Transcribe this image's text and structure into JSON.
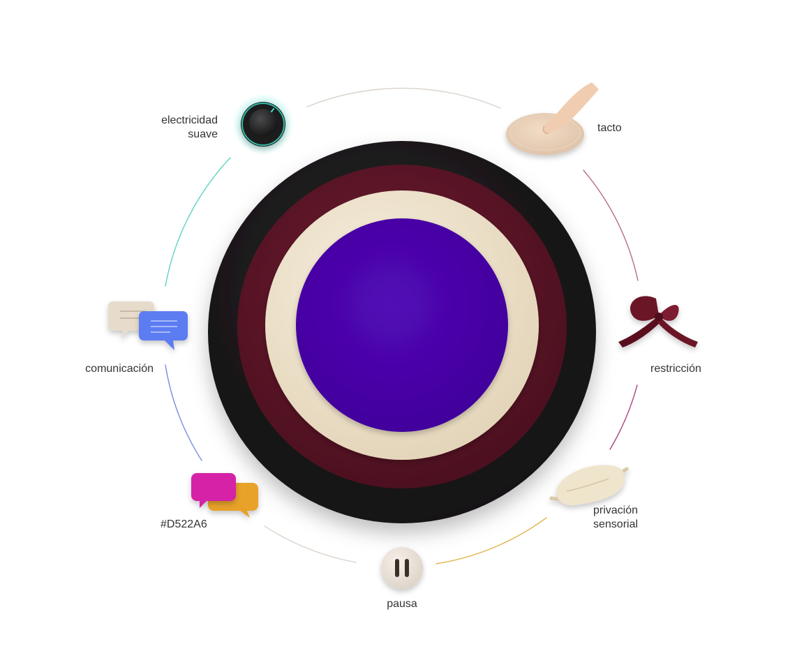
{
  "diagram": {
    "center_colors": {
      "outer_ring": "#1C1A1B",
      "middle_ring": "#5E1628",
      "inner_ring": "#EEE3CF",
      "core": "#4A04A6"
    },
    "nodes": [
      {
        "id": "electricidad",
        "label_lines": [
          "electricidad",
          "suave"
        ],
        "icon": "dial-knob-icon",
        "accent": "#3FE0C8"
      },
      {
        "id": "tacto",
        "label_lines": [
          "tacto"
        ],
        "icon": "fingertip-touch-icon",
        "accent": "#E8CDB4"
      },
      {
        "id": "restriccion",
        "label_lines": [
          "restricción"
        ],
        "icon": "ribbon-bow-icon",
        "accent": "#6B1226"
      },
      {
        "id": "privacion",
        "label_lines": [
          "privación",
          "sensorial"
        ],
        "icon": "sleep-mask-icon",
        "accent": "#E9DEC9"
      },
      {
        "id": "pausa",
        "label_lines": [
          "pausa"
        ],
        "icon": "pause-button-icon",
        "accent": "#E9E1D7"
      },
      {
        "id": "hex",
        "label_lines": [
          "#D522A6"
        ],
        "icon": "chat-bubbles-pink-orange-icon",
        "accent": "#D522A6"
      },
      {
        "id": "comunicacion",
        "label_lines": [
          "comunicación"
        ],
        "icon": "chat-bubbles-beige-blue-icon",
        "accent": "#5B7CF2"
      }
    ],
    "arc_colors": [
      "#D9D2CB",
      "#B86A8E",
      "#A8407A",
      "#E0B44A",
      "#DCD4CA",
      "#7B8FE0",
      "#5ED3C2"
    ]
  }
}
